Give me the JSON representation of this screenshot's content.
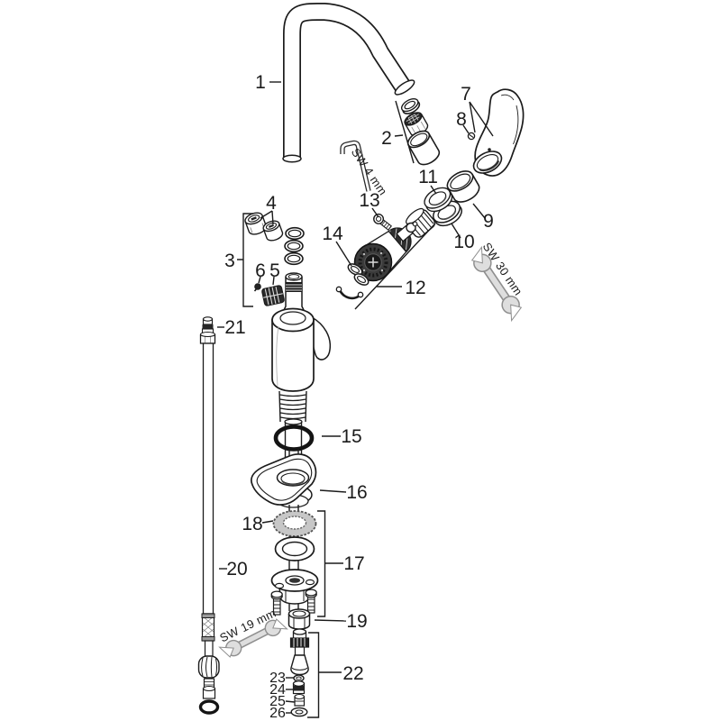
{
  "diagram": {
    "subject": "Exploded spare-parts diagram of a single-lever kitchen mixer tap",
    "background_color": "#ffffff",
    "line_color": "#1b1b1b",
    "callouts": {
      "c1": "1",
      "c2": "2",
      "c3": "3",
      "c4": "4",
      "c5": "5",
      "c6": "6",
      "c7": "7",
      "c8": "8",
      "c9": "9",
      "c10": "10",
      "c11": "11",
      "c12": "12",
      "c13": "13",
      "c14": "14",
      "c15": "15",
      "c16": "16",
      "c17": "17",
      "c18": "18",
      "c19": "19",
      "c20": "20",
      "c21": "21",
      "c22": "22",
      "c23": "23",
      "c24": "24",
      "c25": "25",
      "c26": "26"
    },
    "tool_labels": {
      "allen_key": "SW 4 mm",
      "wrench_large": "SW 30 mm",
      "wrench_small": "SW 19 mm"
    }
  }
}
